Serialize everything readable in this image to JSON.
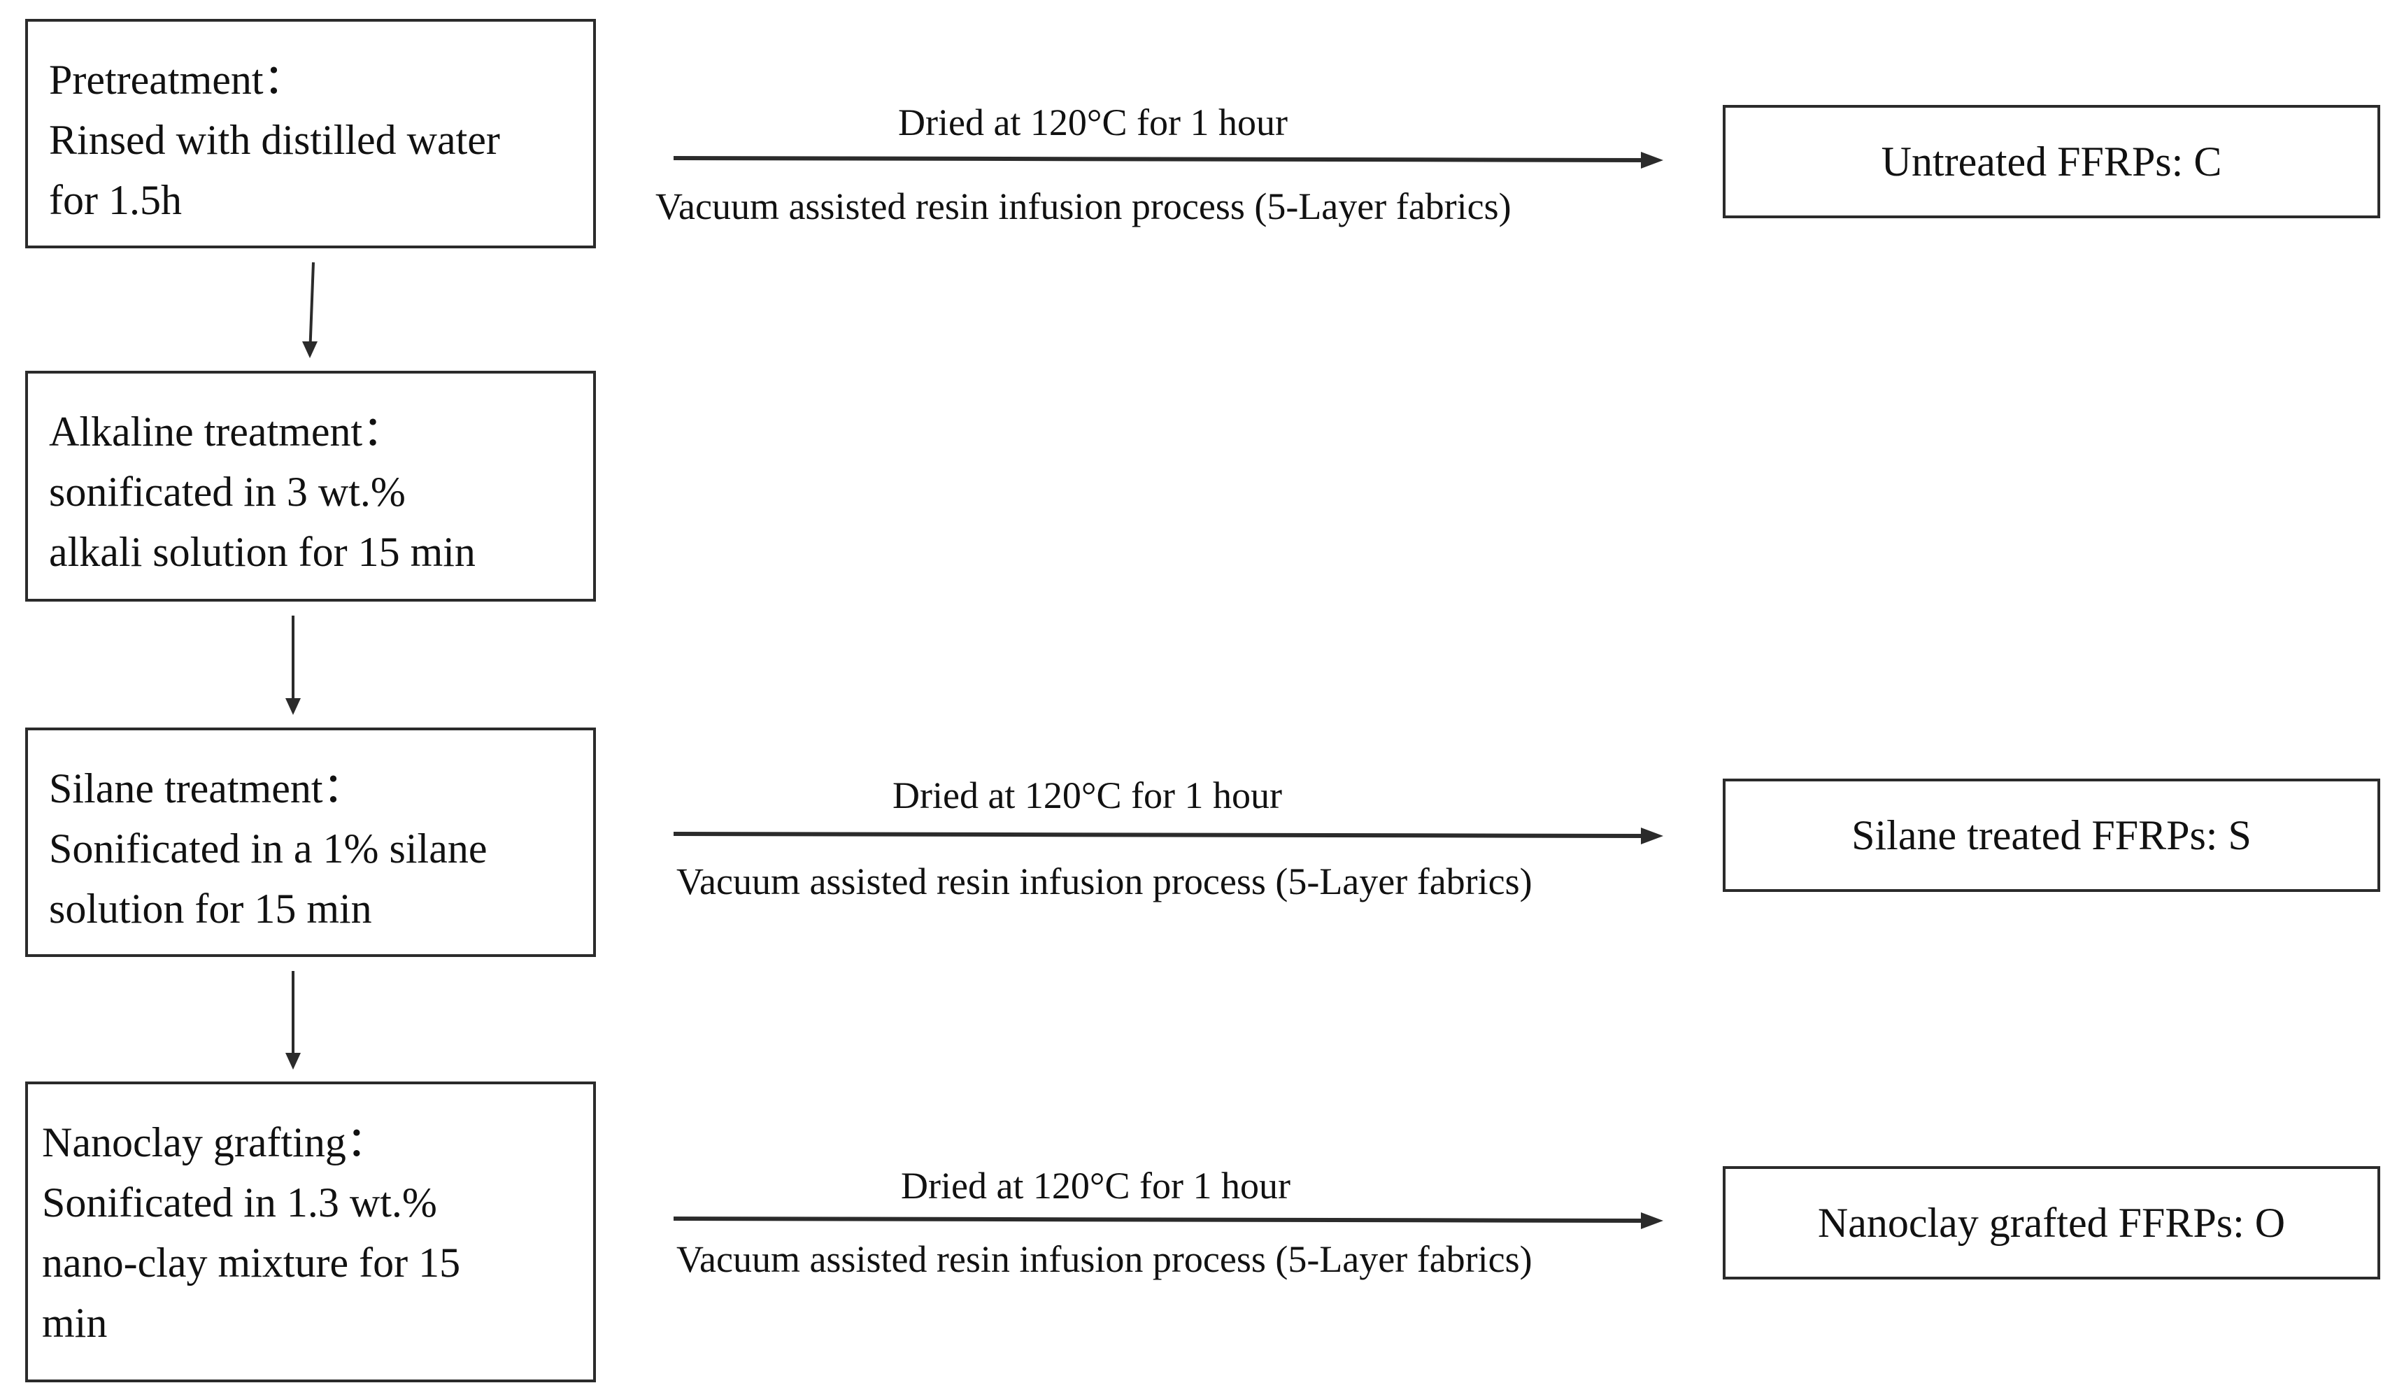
{
  "steps": [
    {
      "title": "Pretreatment：",
      "lines": [
        "Rinsed with distilled water",
        "for 1.5h"
      ]
    },
    {
      "title": "Alkaline treatment：",
      "lines": [
        "sonificated in 3 wt.%",
        "alkali solution for 15 min"
      ]
    },
    {
      "title": "Silane treatment：",
      "lines": [
        "Sonificated in a 1% silane",
        "solution for 15 min"
      ]
    },
    {
      "title": "Nanoclay grafting：",
      "lines": [
        "Sonificated in 1.3 wt.%",
        "nano-clay mixture for 15",
        "min"
      ]
    }
  ],
  "processes": [
    {
      "top_label": "Dried at 120°C for 1 hour",
      "bottom_label": "Vacuum assisted resin infusion process (5-Layer fabrics)",
      "result": "Untreated FFRPs: C"
    },
    {
      "top_label": "Dried at 120°C for 1 hour",
      "bottom_label": "Vacuum assisted resin infusion process (5-Layer fabrics)",
      "result": "Silane treated FFRPs: S"
    },
    {
      "top_label": "Dried at 120°C for 1 hour",
      "bottom_label": "Vacuum assisted resin infusion process (5-Layer fabrics)",
      "result": "Nanoclay grafted FFRPs: O"
    }
  ],
  "colors": {
    "stroke": "#2b2b2b",
    "text": "#111111",
    "background": "#ffffff"
  }
}
